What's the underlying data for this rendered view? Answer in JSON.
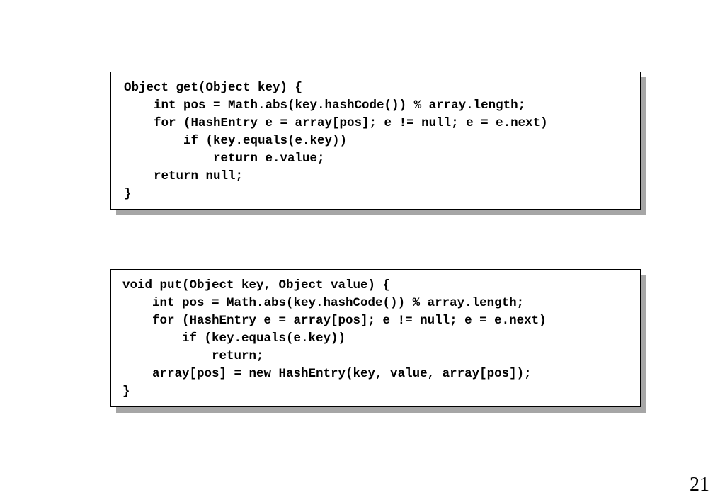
{
  "slide": {
    "page_number": "21",
    "code_blocks": [
      {
        "name": "get-method",
        "lines": [
          "Object get(Object key) {",
          "    int pos = Math.abs(key.hashCode()) % array.length;",
          "    for (HashEntry e = array[pos]; e != null; e = e.next)",
          "        if (key.equals(e.key))",
          "            return e.value;",
          "    return null;",
          "}"
        ]
      },
      {
        "name": "put-method",
        "lines": [
          "void put(Object key, Object value) {",
          "    int pos = Math.abs(key.hashCode()) % array.length;",
          "    for (HashEntry e = array[pos]; e != null; e = e.next)",
          "        if (key.equals(e.key))",
          "            return;",
          "    array[pos] = new HashEntry(key, value, array[pos]);",
          "}"
        ]
      }
    ]
  },
  "colors": {
    "background": "#ffffff",
    "text": "#000000",
    "box_border": "#000000",
    "box_shadow": "#a6a6a6"
  }
}
